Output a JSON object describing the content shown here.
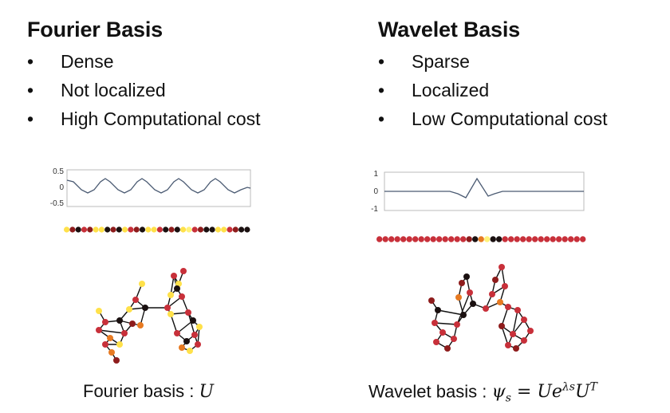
{
  "left": {
    "title": "Fourier Basis",
    "bullets": [
      "Dense",
      "Not localized",
      "High Computational cost"
    ],
    "plot": {
      "yticks": [
        "0.5",
        "0",
        "-0.5"
      ]
    },
    "caption_prefix": "Fourier basis :",
    "caption_math": "U"
  },
  "right": {
    "title": "Wavelet Basis",
    "bullets": [
      "Sparse",
      "Localized",
      "Low Computational cost"
    ],
    "plot": {
      "yticks": [
        "1",
        "0",
        "-1"
      ]
    },
    "caption_prefix": "Wavelet basis :",
    "caption_math": "ψs = Ue^λs U^T",
    "caption_parts": {
      "psi": "ψ",
      "sub": "s",
      "eq": " = Ue",
      "sup": "λs",
      "u": "U",
      "t": "T"
    }
  },
  "bullet_glyph": "•",
  "colors": {
    "line": "#4a5a72",
    "black": "#1a1010",
    "darkred": "#8e1c1c",
    "red": "#c8303a",
    "orange": "#e77a22",
    "yellow": "#ffe14a",
    "lightyellow": "#fff27a"
  },
  "left_strip_colors": [
    "yellow",
    "darkred",
    "black",
    "red",
    "darkred",
    "yellow",
    "yellow",
    "black",
    "darkred",
    "black",
    "yellow",
    "red",
    "darkred",
    "black",
    "yellow",
    "yellow",
    "red",
    "black",
    "darkred",
    "black",
    "yellow",
    "lightyellow",
    "red",
    "darkred",
    "black",
    "black",
    "yellow",
    "yellow",
    "red",
    "darkred",
    "black",
    "black"
  ],
  "right_strip_colors": [
    "red",
    "red",
    "red",
    "red",
    "red",
    "red",
    "red",
    "red",
    "red",
    "red",
    "red",
    "red",
    "red",
    "red",
    "red",
    "darkred",
    "black",
    "orange",
    "lightyellow",
    "black",
    "black",
    "red",
    "red",
    "red",
    "red",
    "red",
    "red",
    "red",
    "red",
    "red",
    "red",
    "red",
    "red",
    "red",
    "red"
  ]
}
